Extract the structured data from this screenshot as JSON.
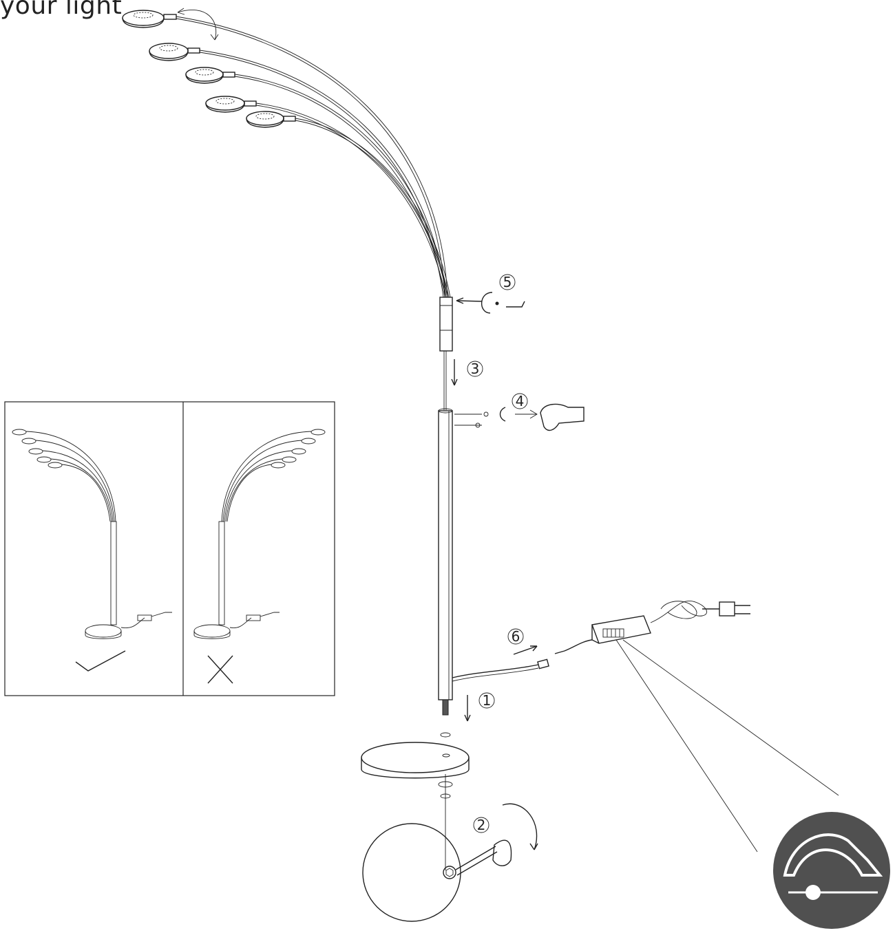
{
  "header": {
    "text": "your light"
  },
  "steps": [
    {
      "id": "step-1",
      "label": "1"
    },
    {
      "id": "step-2",
      "label": "2"
    },
    {
      "id": "step-3",
      "label": "3"
    },
    {
      "id": "step-4",
      "label": "4"
    },
    {
      "id": "step-5",
      "label": "5"
    },
    {
      "id": "step-6",
      "label": "6"
    }
  ],
  "comparison": {
    "correct_mark": "check",
    "incorrect_mark": "cross"
  },
  "dimmer_badge": {
    "icon": "dimmer-arc-icon",
    "background": "#505050",
    "foreground": "#ffffff"
  }
}
